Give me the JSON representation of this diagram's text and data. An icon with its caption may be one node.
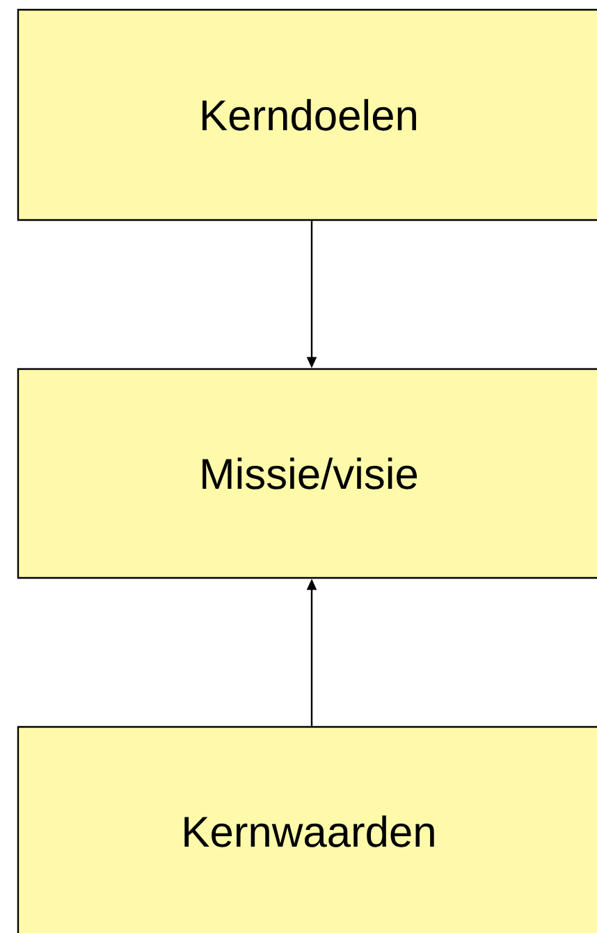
{
  "diagram": {
    "nodes": [
      {
        "text": [
          "Kerndoelen"
        ]
      },
      {
        "text": [
          "Missie/visie"
        ]
      },
      {
        "text": [
          "Kernwaarden"
        ]
      }
    ],
    "edges": [
      {
        "from": 0,
        "to": 1,
        "arrow": "to"
      },
      {
        "from": 2,
        "to": 1,
        "arrow": "to"
      }
    ]
  }
}
